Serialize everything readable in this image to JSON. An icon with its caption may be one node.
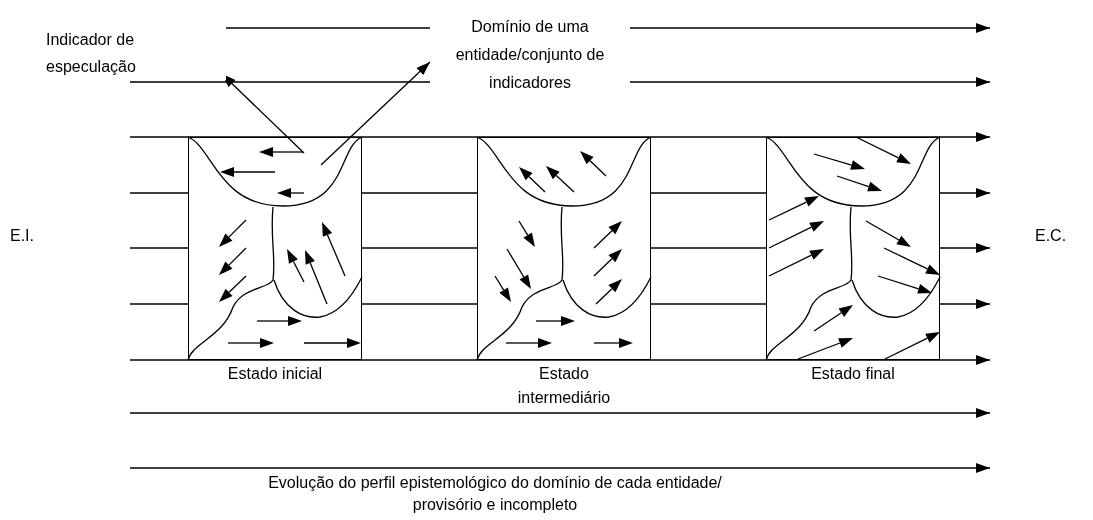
{
  "diagram": {
    "caption": "Evolução do perfil epistemológico do domínio de cada entidade/ provisório e incompleto",
    "nodes": [
      {
        "text": [
          "Indicador de especulação"
        ]
      },
      {
        "text": [
          "Domínio de uma entidade/conjunto de indicadores"
        ]
      },
      {
        "text": [
          "Estado inicial"
        ]
      },
      {
        "text": [],
        "shape": "arrow",
        "in": 4
      },
      {
        "text": [],
        "shape": "region",
        "in": 2
      },
      {
        "text": [
          "Estado intermediário"
        ]
      },
      {
        "text": [
          "Estado final"
        ]
      }
    ],
    "edges": [
      {
        "from": 3,
        "to": 0,
        "arrow": "to"
      },
      {
        "from": 4,
        "to": 1,
        "arrow": "to"
      }
    ],
    "labels": [
      "E.I.",
      "E.C."
    ]
  }
}
